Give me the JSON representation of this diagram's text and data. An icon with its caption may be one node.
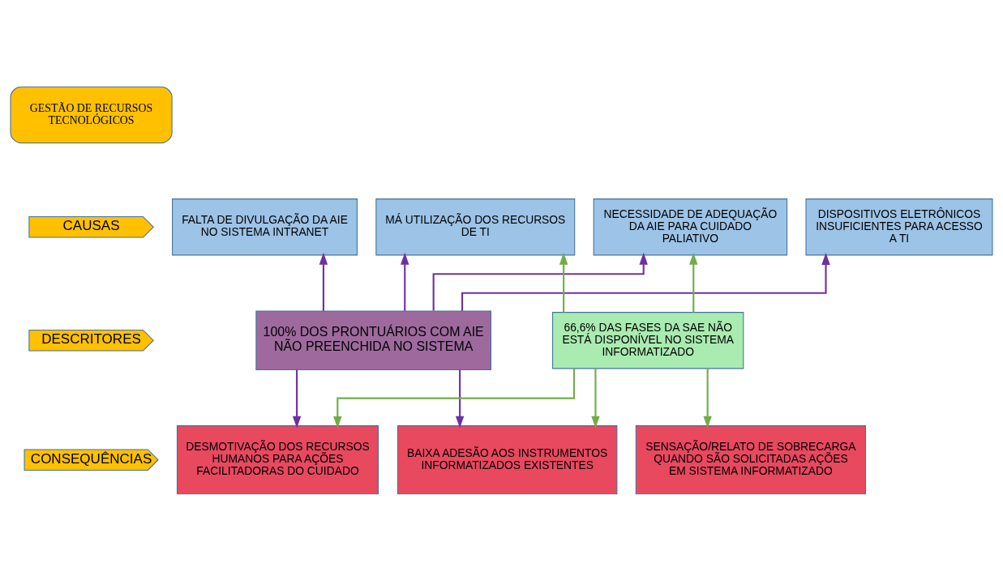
{
  "diagram": {
    "nodes": [
      {
        "text": [
          "GESTÃO DE RECURSOS TECNOLÓGICOS"
        ]
      },
      {
        "text": [
          "CAUSAS"
        ]
      },
      {
        "text": [
          "FALTA DE DIVULGAÇÃO DA AIE NO SISTEMA INTRANET"
        ]
      },
      {
        "text": [
          "MÁ UTILIZAÇÃO DOS RECURSOS DE TI"
        ]
      },
      {
        "text": [
          "NECESSIDADE DE ADEQUAÇÃO DA AIE PARA CUIDADO PALIATIVO"
        ]
      },
      {
        "text": [
          "DISPOSITIVOS ELETRÔNICOS INSUFICIENTES PARA ACESSO A TI"
        ]
      },
      {
        "text": [
          "DESCRITORES"
        ]
      },
      {
        "text": [
          "100% DOS PRONTUÁRIOS COM AIE NÃO PREENCHIDA NO SISTEMA"
        ]
      },
      {
        "text": [
          "66,6% DAS FASES DA SAE NÃO ESTÁ DISPONÍVEL NO SISTEMA INFORMATIZADO"
        ]
      },
      {
        "text": [
          "CONSEQUÊNCIAS"
        ]
      },
      {
        "text": [
          "DESMOTIVAÇÃO DOS RECURSOS HUMANOS PARA AÇÕES FACILITADORAS DO CUIDADO"
        ]
      },
      {
        "text": [
          "BAIXA ADESÃO AOS INSTRUMENTOS INFORMATIZADOS EXISTENTES"
        ]
      },
      {
        "text": [
          "SENSAÇÃO/RELATO DE SOBRECARGA QUANDO SÃO SOLICITADAS AÇÕES EM SISTEMA INFORMATIZADO"
        ]
      }
    ],
    "edges": [
      {
        "from": 7,
        "to": 2,
        "arrow": "to"
      },
      {
        "from": 7,
        "to": 3,
        "arrow": "to"
      },
      {
        "from": 7,
        "to": 4,
        "arrow": "to"
      },
      {
        "from": 7,
        "to": 5,
        "arrow": "to"
      },
      {
        "from": 8,
        "to": 3,
        "arrow": "to",
        "color": "#70ad47"
      },
      {
        "from": 8,
        "to": 4,
        "arrow": "to",
        "color": "#70ad47"
      },
      {
        "from": 7,
        "to": 10,
        "arrow": "to"
      },
      {
        "from": 7,
        "to": 11,
        "arrow": "to"
      },
      {
        "from": 8,
        "to": 10,
        "arrow": "to",
        "color": "#70ad47"
      },
      {
        "from": 8,
        "to": 11,
        "arrow": "to",
        "color": "#70ad47"
      },
      {
        "from": 8,
        "to": 12,
        "arrow": "to",
        "color": "#70ad47"
      }
    ]
  }
}
